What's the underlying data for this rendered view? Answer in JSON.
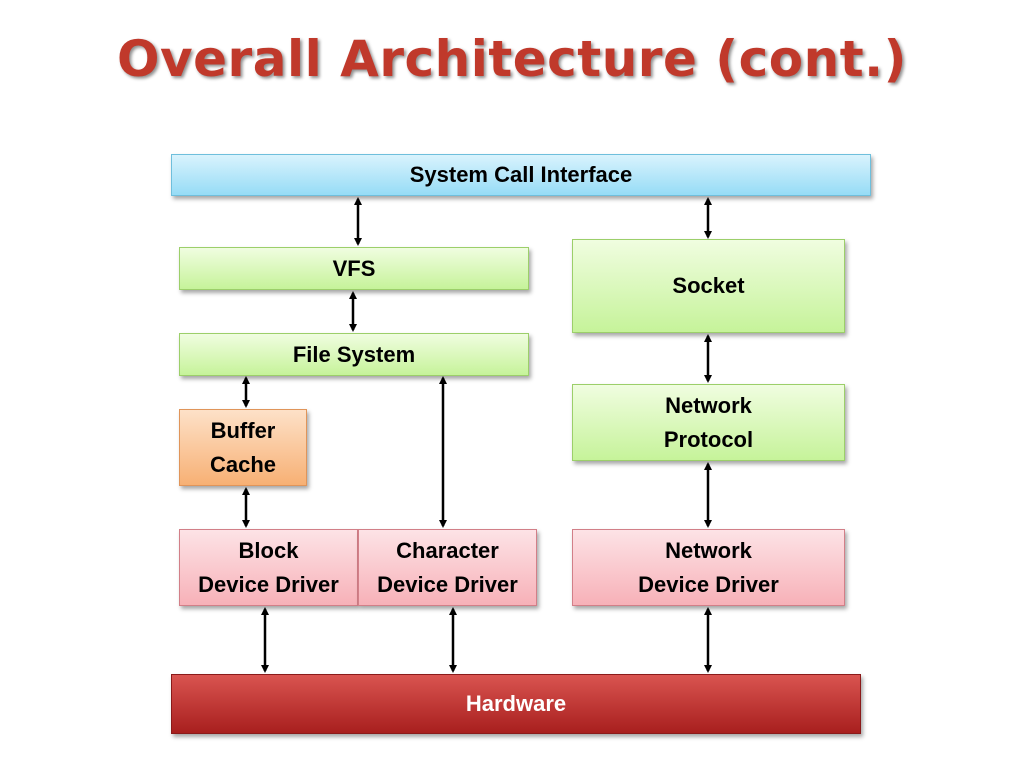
{
  "title": "Overall Architecture (cont.)",
  "colors": {
    "title": "#c0392b",
    "interface": "#96dcf6",
    "layer": "#c6f39a",
    "cache": "#f7b074",
    "driver": "#f7b1b8",
    "hardware": "#b52624"
  },
  "boxes": {
    "system_call_interface": "System Call Interface",
    "vfs": "VFS",
    "socket": "Socket",
    "file_system": "File System",
    "network_protocol": "Network\nProtocol",
    "buffer_cache": "Buffer\nCache",
    "block_device_driver": "Block\nDevice Driver",
    "character_device_driver": "Character\nDevice Driver",
    "network_device_driver": "Network\nDevice Driver",
    "hardware": "Hardware"
  }
}
